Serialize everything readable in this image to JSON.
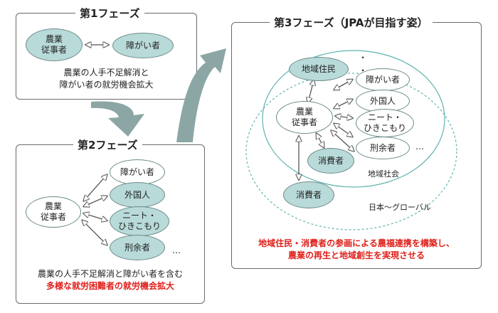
{
  "phase1": {
    "title": "第1フェーズ",
    "node_farmer": "農業\n従事者",
    "node_disabled": "障がい者",
    "desc_line1": "農業の人手不足解消と",
    "desc_line2": "障がい者の就労機会拡大"
  },
  "phase2": {
    "title": "第2フェーズ",
    "node_farmer": "農業\n従事者",
    "node_disabled": "障がい者",
    "node_foreigner": "外国人",
    "node_neet": "ニート・\nひきこもり",
    "node_exoffender": "刑余者",
    "ellipsis": "…",
    "desc_line1": "農業の人手不足解消と障がい者を含む",
    "desc_line2": "多様な就労困難者の就労機会拡大"
  },
  "phase3": {
    "title": "第3フェーズ（JPAが目指す姿）",
    "node_residents": "地域住民",
    "node_farmer": "農業\n従事者",
    "node_disabled": "障がい者",
    "node_foreigner": "外国人",
    "node_neet": "ニート・\nひきこもり",
    "node_exoffender": "刑余者",
    "node_consumer_inner": "消費者",
    "node_consumer_outer": "消費者",
    "dots": "・\n・",
    "ellipsis": "…",
    "label_community": "地域社会",
    "label_global": "日本～グローバル",
    "desc_line1": "地域住民・消費者の参画による農福連携を構築し、",
    "desc_line2": "農業の再生と地域創生を実現させる"
  },
  "colors": {
    "node_fill": "#b8dad9",
    "node_border": "#6d8b8a",
    "big_arrow": "#8ca6a6",
    "ring": "#5fb3b0",
    "emphasis_text": "#e0201b",
    "panel_border": "#6a6a6a"
  }
}
